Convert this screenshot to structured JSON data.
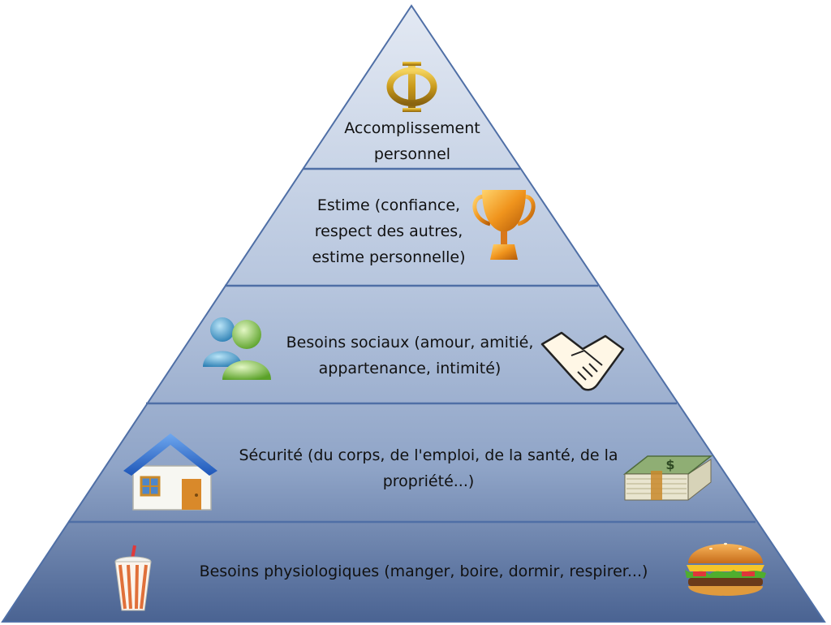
{
  "colors": {
    "background": "#ffffff",
    "pyramid_top": "#dce3ef",
    "pyramid_bottom": "#4a6392",
    "outline": "#4f6fa6",
    "text": "#111111"
  },
  "levels": [
    {
      "id": "self-actualization",
      "lines": [
        "Accomplissement",
        "personnel"
      ],
      "icon": "phi-icon"
    },
    {
      "id": "esteem",
      "lines": [
        "Estime (confiance,",
        "respect des autres,",
        "estime personnelle)"
      ],
      "icon": "trophy-icon"
    },
    {
      "id": "social",
      "lines": [
        "Besoins sociaux (amour, amitié,",
        "appartenance, intimité)"
      ],
      "icons": [
        "people-icon",
        "handshake-icon"
      ]
    },
    {
      "id": "safety",
      "lines": [
        "Sécurité (du corps, de l'emploi, de la santé, de la",
        "propriété...)"
      ],
      "icons": [
        "house-icon",
        "money-stack-icon"
      ]
    },
    {
      "id": "physiological",
      "lines": [
        "Besoins physiologiques (manger, boire, dormir, respirer...)"
      ],
      "icons": [
        "drink-cup-icon",
        "burger-icon"
      ]
    }
  ]
}
